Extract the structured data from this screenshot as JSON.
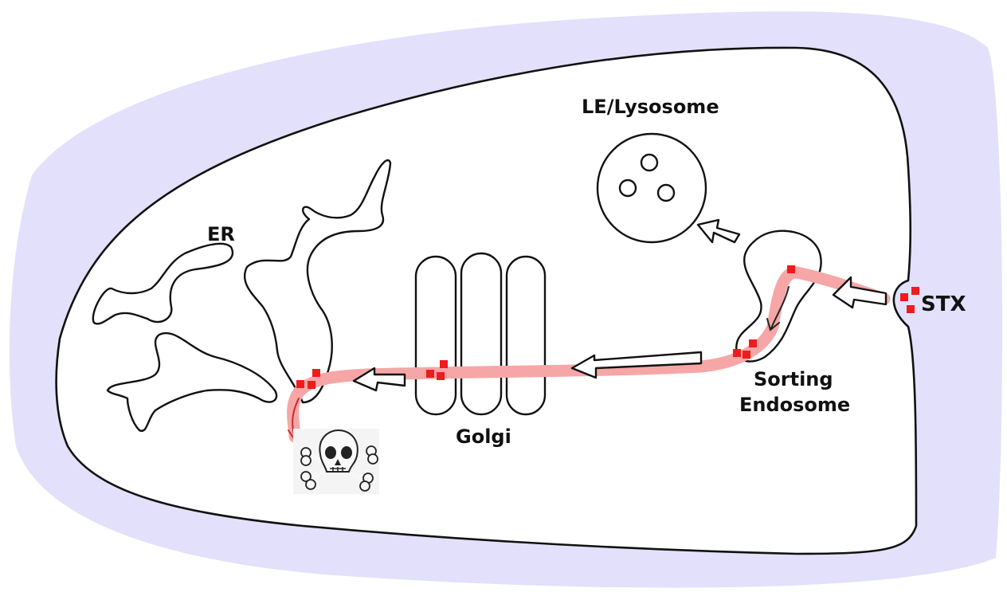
{
  "labels": {
    "er": "ER",
    "lysosome": "LE/Lysosome",
    "golgi": "Golgi",
    "sorting_line1": "Sorting",
    "sorting_line2": "Endosome",
    "stx": "STX"
  },
  "colors": {
    "background_halo": "#e3e0fb",
    "cell_fill": "#ffffff",
    "pathway": "#f6a6a6",
    "cargo": "#ee1c1c",
    "outline": "#111111"
  },
  "icons": {
    "death": "skull-and-crossbones"
  }
}
